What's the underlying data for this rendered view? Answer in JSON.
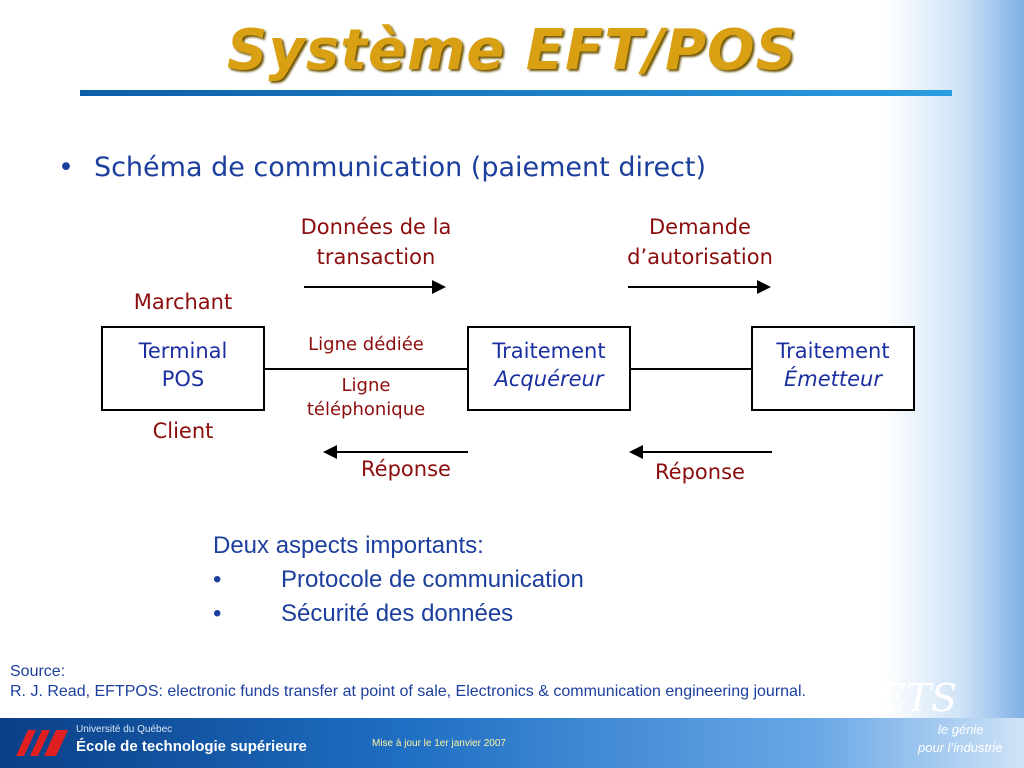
{
  "title": "Système EFT/POS",
  "bullet": "Schéma de communication (paiement direct)",
  "diagram": {
    "label_donnees_1": "Données de la",
    "label_donnees_2": "transaction",
    "label_demande_1": "Demande",
    "label_demande_2": "d’autorisation",
    "label_marchant": "Marchant",
    "label_client": "Client",
    "label_ligne_dediee": "Ligne dédiée",
    "label_ligne_1": "Ligne",
    "label_ligne_2": "téléphonique",
    "label_reponse_left": "Réponse",
    "label_reponse_right": "Réponse",
    "box_terminal_1": "Terminal",
    "box_terminal_2": "POS",
    "box_acquereur_1": "Traitement",
    "box_acquereur_2": "Acquéreur",
    "box_emetteur_1": "Traitement",
    "box_emetteur_2": "Émetteur"
  },
  "aspects": {
    "heading": "Deux aspects importants:",
    "bullet_char": "•",
    "items": [
      "Protocole de communication",
      "Sécurité des données"
    ]
  },
  "source": {
    "label": "Source:",
    "text": "R. J. Read, EFTPOS: electronic funds transfer at point of sale, Electronics & communication engineering journal."
  },
  "footer": {
    "university": "Université du Québec",
    "school": "École de technologie supérieure",
    "update": "Mise à jour le 1er janvier 2007",
    "brand": "ÉTS",
    "tagline_1": "le génie",
    "tagline_2": "pour l’industrie"
  }
}
